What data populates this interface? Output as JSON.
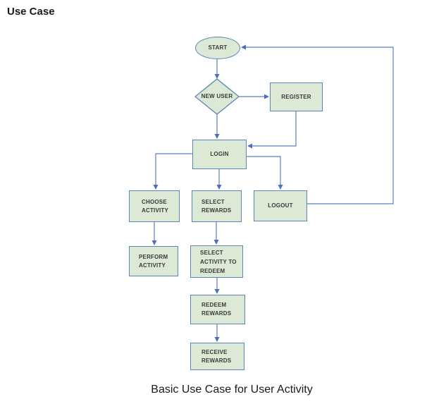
{
  "page": {
    "title": "Use Case",
    "caption": "Basic Use Case for User Activity"
  },
  "colors": {
    "node_fill": "#dbe9d5",
    "node_border": "#5b84b8",
    "connector": "#5b7fc4",
    "arrow": "#4b6fbd",
    "label_text": "#3a3a3a",
    "heading_text": "#1a1a1a"
  },
  "nodes": {
    "start": {
      "type": "ellipse",
      "label": "START"
    },
    "new_user": {
      "type": "diamond",
      "label": "NEW USER"
    },
    "register": {
      "type": "rect",
      "label": "REGISTER"
    },
    "login": {
      "type": "rect",
      "label": "LOGIN"
    },
    "choose_activity": {
      "type": "rect",
      "lines": [
        "CHOOSE",
        "ACTIVITY"
      ]
    },
    "select_rewards": {
      "type": "rect",
      "lines": [
        "SELECT",
        "REWARDS"
      ]
    },
    "logout": {
      "type": "rect",
      "label": "LOGOUT"
    },
    "perform_activity": {
      "type": "rect",
      "lines": [
        "PERFORM",
        "ACTIVITY"
      ]
    },
    "select_activity_to_redeem": {
      "type": "rect",
      "lines": [
        "SELECT",
        "ACTIVITY TO",
        "REDEEM"
      ]
    },
    "redeem_rewards": {
      "type": "rect",
      "lines": [
        "REDEEM",
        "REWARDS"
      ]
    },
    "receive_rewards": {
      "type": "rect",
      "lines": [
        "RECEIVE",
        "REWARDS"
      ]
    }
  },
  "edges": [
    {
      "from": "start",
      "to": "new_user"
    },
    {
      "from": "new_user",
      "to": "register"
    },
    {
      "from": "new_user",
      "to": "login"
    },
    {
      "from": "register",
      "to": "login"
    },
    {
      "from": "login",
      "to": "choose_activity"
    },
    {
      "from": "login",
      "to": "select_rewards"
    },
    {
      "from": "login",
      "to": "logout"
    },
    {
      "from": "choose_activity",
      "to": "perform_activity"
    },
    {
      "from": "select_rewards",
      "to": "select_activity_to_redeem"
    },
    {
      "from": "select_activity_to_redeem",
      "to": "redeem_rewards"
    },
    {
      "from": "redeem_rewards",
      "to": "receive_rewards"
    },
    {
      "from": "logout",
      "to": "start"
    }
  ]
}
